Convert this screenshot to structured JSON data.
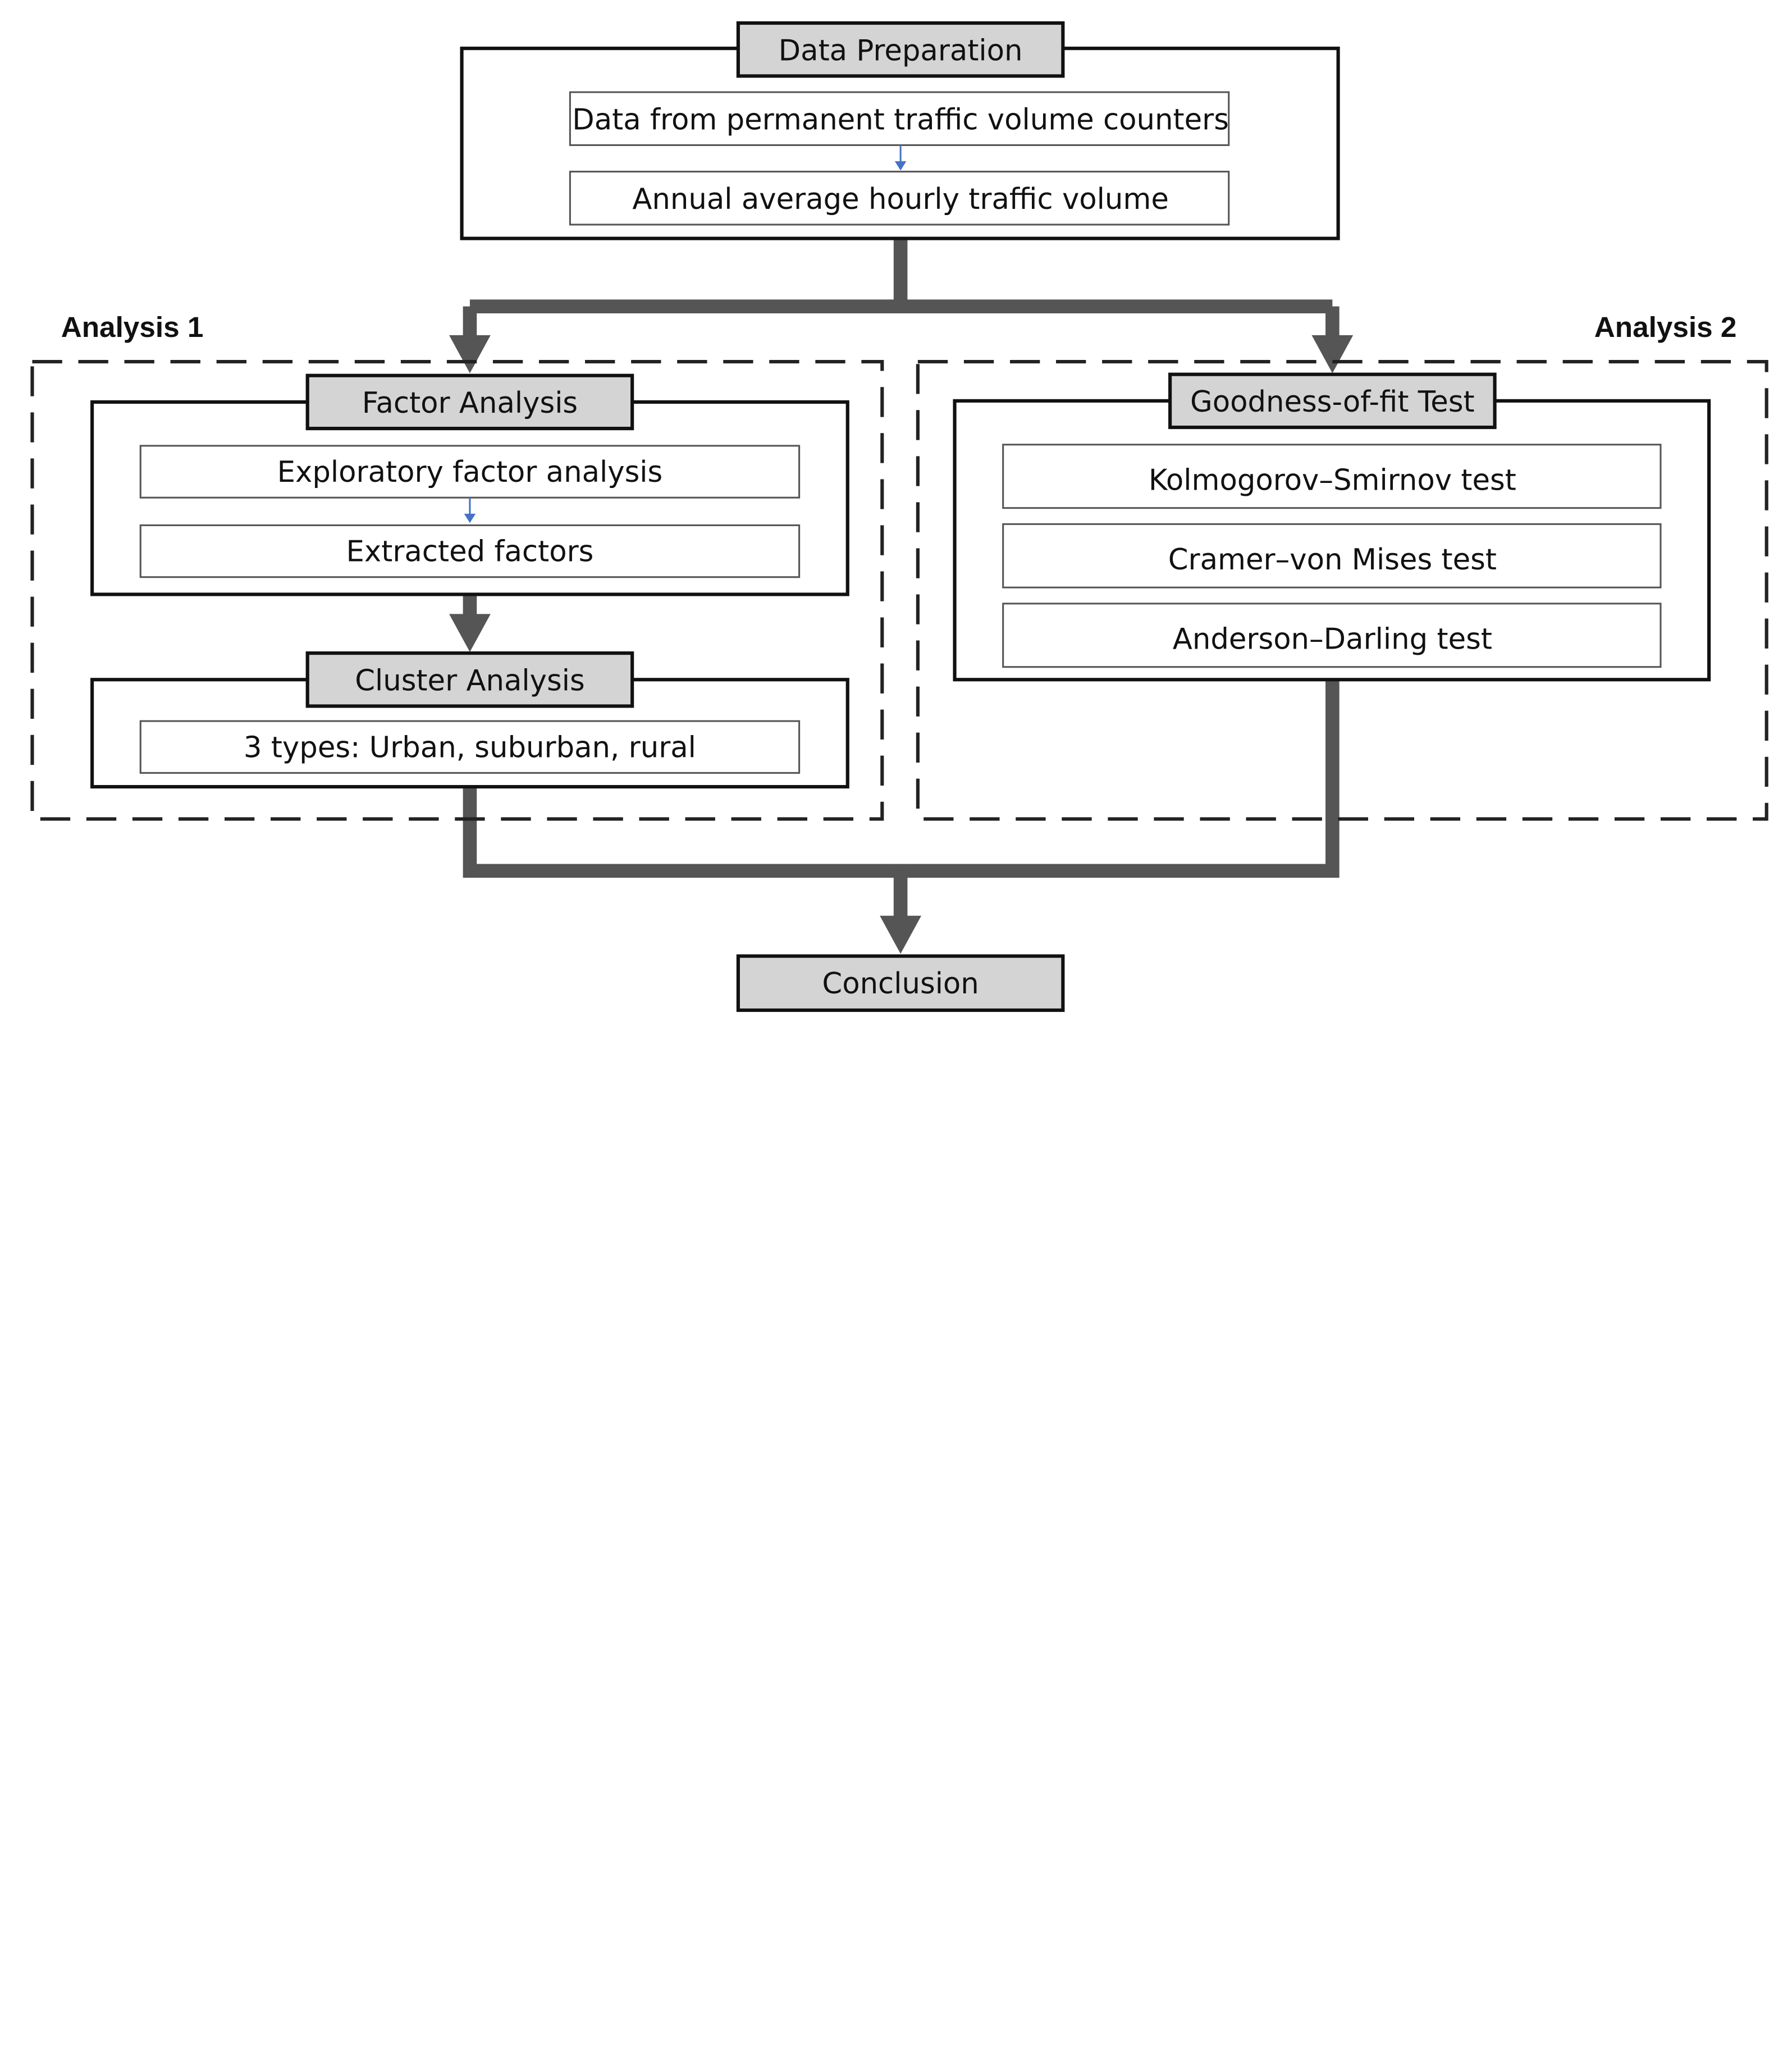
{
  "data_preparation": {
    "title": "Data Preparation",
    "steps": [
      "Data from permanent traffic volume counters",
      "Annual average hourly traffic volume"
    ]
  },
  "analysis_1": {
    "label": "Analysis 1",
    "factor_analysis": {
      "title": "Factor Analysis",
      "steps": [
        "Exploratory factor analysis",
        "Extracted factors"
      ]
    },
    "cluster_analysis": {
      "title": "Cluster Analysis",
      "steps": [
        "3 types: Urban, suburban, rural"
      ]
    }
  },
  "analysis_2": {
    "label": "Analysis 2",
    "goodness_of_fit": {
      "title": "Goodness-of-fit Test",
      "tests": [
        "Kolmogorov–Smirnov test",
        "Cramer–von Mises test",
        "Anderson–Darling test"
      ]
    }
  },
  "conclusion": {
    "title": "Conclusion"
  },
  "colors": {
    "header_fill": "#d4d4d4",
    "flow_arrow": "#555555",
    "inner_arrow": "#4472c4"
  }
}
